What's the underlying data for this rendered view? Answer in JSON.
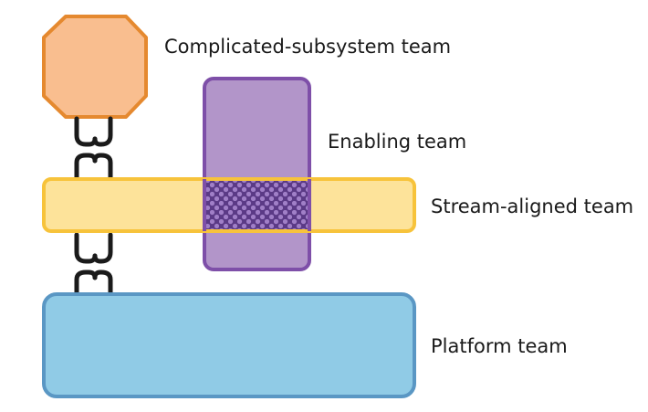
{
  "diagram": {
    "labels": {
      "complicated_subsystem": "Complicated-subsystem team",
      "enabling": "Enabling team",
      "stream_aligned": "Stream-aligned team",
      "platform": "Platform team"
    },
    "teams": [
      {
        "id": "complicated-subsystem-team",
        "shape": "octagon",
        "fill": "#f9be8f",
        "stroke": "#e5892f"
      },
      {
        "id": "enabling-team",
        "shape": "rounded-rect",
        "fill": "#b295c9",
        "stroke": "#7e4fa8"
      },
      {
        "id": "stream-aligned-team",
        "shape": "rounded-rect",
        "fill": "#fde39a",
        "stroke": "#f7c33b"
      },
      {
        "id": "platform-team",
        "shape": "rounded-rect",
        "fill": "#90cbe6",
        "stroke": "#5a97c4"
      }
    ],
    "overlap": {
      "fill": "#5b3a86",
      "dot_color": "#a07fc7"
    },
    "interactions": [
      {
        "from": "complicated-subsystem-team",
        "to": "stream-aligned-team",
        "mode": "x-as-a-service"
      },
      {
        "from": "platform-team",
        "to": "stream-aligned-team",
        "mode": "x-as-a-service"
      }
    ],
    "colors": {
      "connector": "#1a1a1a",
      "text": "#1a1a1a"
    }
  }
}
